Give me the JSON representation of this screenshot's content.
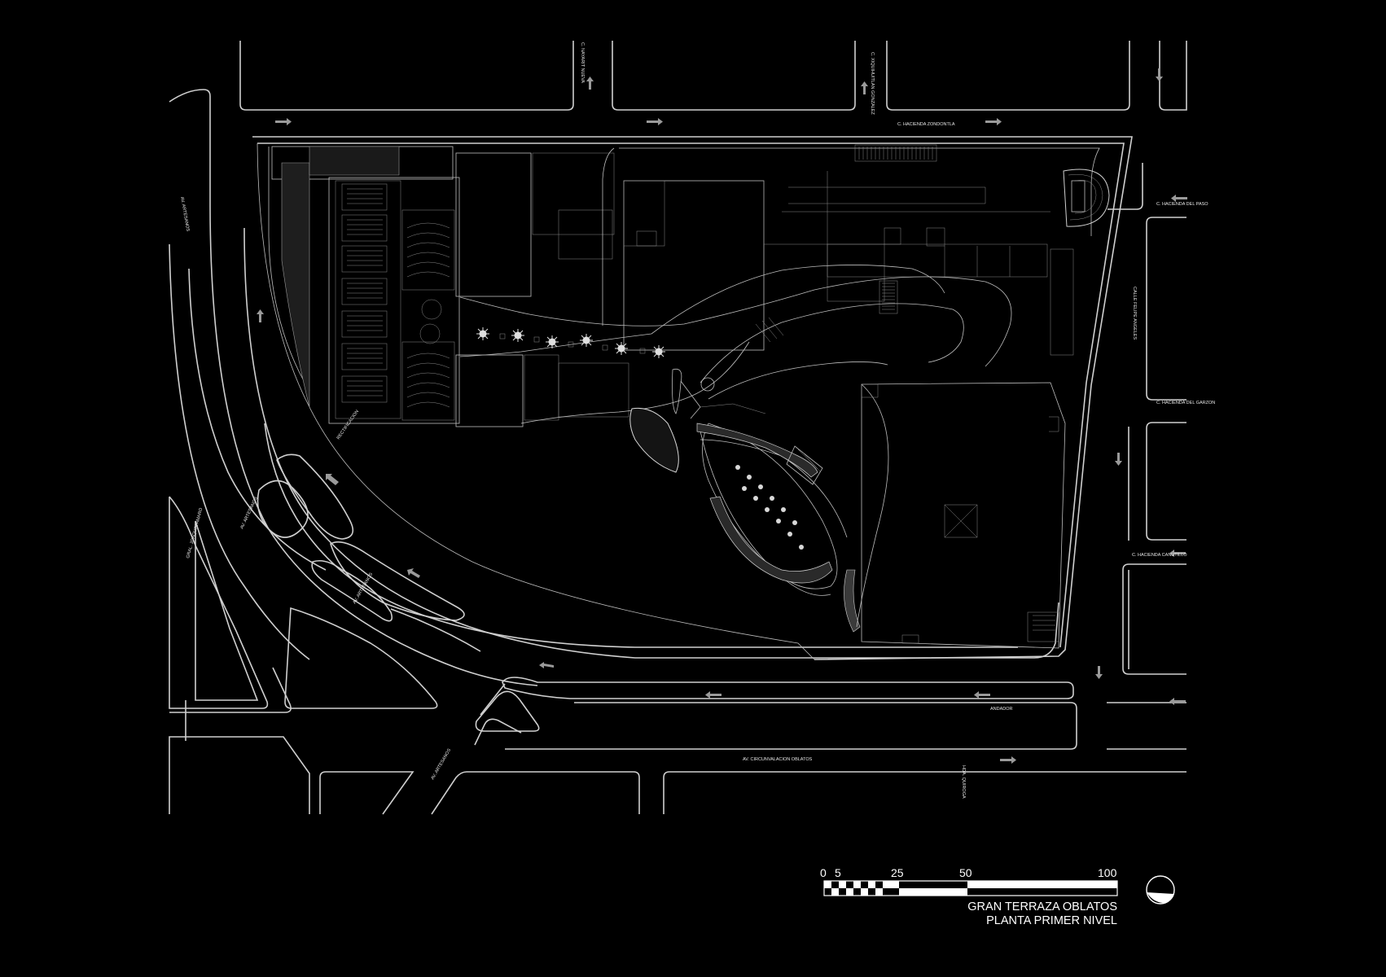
{
  "title": {
    "line1": "GRAN TERRAZA OBLATOS",
    "line2": "PLANTA PRIMER NIVEL"
  },
  "scale_bar": {
    "labels": [
      "0",
      "5",
      "25",
      "50",
      "100"
    ],
    "unit_values": [
      0,
      5,
      25,
      50,
      100
    ]
  },
  "streets": {
    "nayarit": "C. NAYARIT NUEVA",
    "xiquitlan": "C. XIQUIHUITLAN GONZALEZ",
    "zondzontla": "C. HACIENDA ZONDONTLA",
    "paso": "C. HACIENDA DEL PASO",
    "felipe_angeles": "CALLE FELIPE ANGELES",
    "garzon": "C. HACIENDA DEL GARZON",
    "canutillo": "C. HACIENDA CANUTILLO",
    "artesanos_1": "AV. ARTESANOS",
    "artesanos_2": "AV. ARTESANOS",
    "artesanos_3": "AV. ARTESANOS",
    "artesanos_4": "AV. ARTESANOS",
    "joaquin": "GRAL. JOAQUIN AMARO",
    "circunvalacion": "AV. CIRCUNVALACION OBLATOS",
    "quiroga": "HDA. QUIROGA",
    "retificacion": "RECTIFICACION",
    "nodo": "ANDADOR"
  },
  "icons": {
    "north": "north-arrow-icon",
    "trees": "tree-icon",
    "traffic": "direction-arrow-icon"
  }
}
